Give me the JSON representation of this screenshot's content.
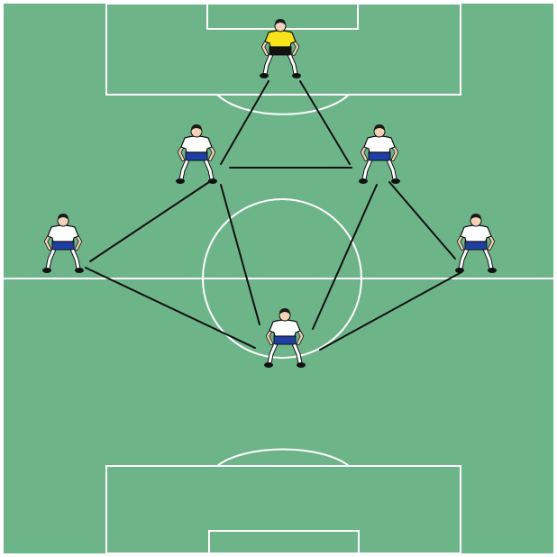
{
  "colors": {
    "pitch": "#6db589",
    "line": "#ffffff",
    "passing_line": "#111111",
    "goalkeeper_shirt": "#f7e21b",
    "goalkeeper_shorts": "#111111",
    "outfield_shirt": "#ffffff",
    "outfield_shorts": "#1f3fa5",
    "skin": "#f2d3b8",
    "hair": "#1a1a1a",
    "sock": "#ffffff",
    "outline": "#111111"
  },
  "players": [
    {
      "id": "goalkeeper",
      "role": "goalkeeper"
    },
    {
      "id": "left-inside",
      "role": "outfield"
    },
    {
      "id": "right-inside",
      "role": "outfield"
    },
    {
      "id": "left-wide",
      "role": "outfield"
    },
    {
      "id": "right-wide",
      "role": "outfield"
    },
    {
      "id": "central",
      "role": "outfield"
    }
  ],
  "passing_lanes": [
    [
      "goalkeeper",
      "left-inside"
    ],
    [
      "goalkeeper",
      "right-inside"
    ],
    [
      "left-inside",
      "right-inside"
    ],
    [
      "left-inside",
      "left-wide"
    ],
    [
      "right-inside",
      "right-wide"
    ],
    [
      "left-inside",
      "central"
    ],
    [
      "right-inside",
      "central"
    ],
    [
      "left-wide",
      "central"
    ],
    [
      "right-wide",
      "central"
    ]
  ]
}
